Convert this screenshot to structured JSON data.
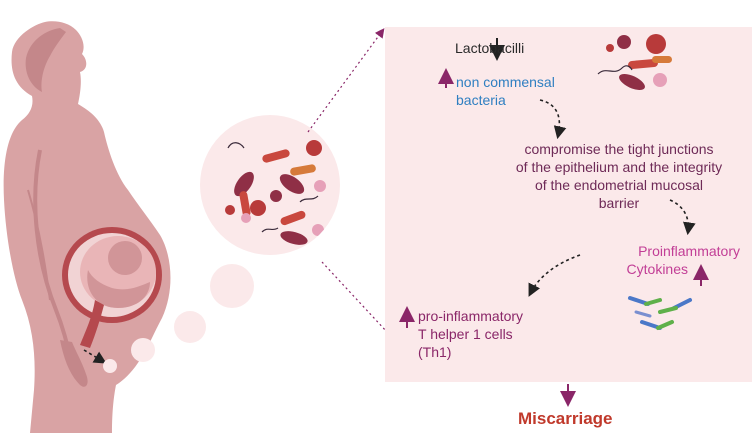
{
  "labels": {
    "lactobacilli": "Lactobacilli",
    "non_commensal_1": "non commensal",
    "non_commensal_2": "bacteria",
    "compromise_1": "compromise the tight junctions",
    "compromise_2": "of the epithelium and the integrity",
    "compromise_3": "of the endometrial mucosal",
    "compromise_4": "barrier",
    "proinflammatory_1": "Proinflammatory",
    "proinflammatory_2": "Cytokines",
    "th1_1": "pro-inflammatory",
    "th1_2": "T helper 1 cells",
    "th1_3": "(Th1)",
    "miscarriage": "Miscarriage"
  },
  "icons": [
    "pregnant-woman-illustration",
    "fetus-in-uterus-icon",
    "bacteria-cluster-icon",
    "thought-bubble-icon",
    "cytokine-molecule-icon"
  ],
  "colors": {
    "panel": "#fbe9ea",
    "skin": "#d9a3a4",
    "skin_dark": "#c4878a",
    "arrow_purple": "#8a2668",
    "text_blue": "#2f7fc1",
    "text_pink": "#c23e96",
    "text_red": "#c0392b"
  }
}
